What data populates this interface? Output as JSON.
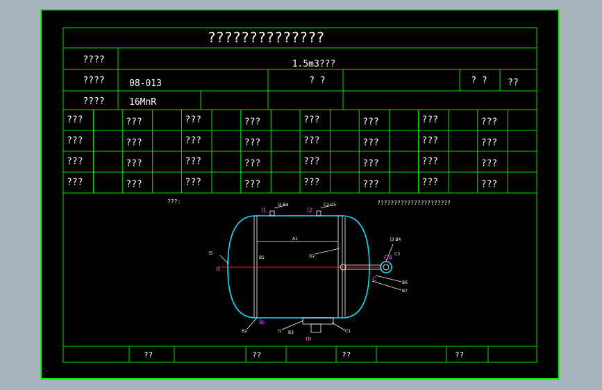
{
  "title": "??????????????",
  "rows": {
    "r1": {
      "label": "????",
      "value": "1.5m3???"
    },
    "r2": {
      "label": "????",
      "value": "08-013",
      "mid_label": "?  ?",
      "right_a": "?  ?",
      "right_b": "??"
    },
    "r3": {
      "label": "????",
      "value": "16MnR"
    }
  },
  "grid_cells": [
    [
      "???",
      "???",
      "???",
      "???",
      "???",
      "???",
      "???",
      "???"
    ],
    [
      "???",
      "???",
      "???",
      "???",
      "???",
      "???",
      "???",
      "???"
    ],
    [
      "???",
      "???",
      "???",
      "???",
      "???",
      "???",
      "???",
      "???"
    ],
    [
      "???",
      "???",
      "???",
      "???",
      "???",
      "???",
      "???",
      "???"
    ]
  ],
  "drawing": {
    "left_label": "???:",
    "right_label": "??????????????????????",
    "callouts": {
      "l1": "l1",
      "l2": "l2",
      "c": "C",
      "d": "d",
      "m": "m",
      "lo": "lo",
      "a1": "A1",
      "b1": "B1",
      "d2": "D2",
      "l3b4": "l3  B4",
      "c3": "C3",
      "b6": "B6",
      "b7": "B7",
      "l5": "l5",
      "b2": "B2",
      "l1b": "l1",
      "b3": "B3",
      "c1": "C1",
      "l2b4": "l2  B4",
      "c2c5": "C2  C5",
      "c4": "C4"
    }
  },
  "footer": [
    "??",
    "??",
    "??",
    "??"
  ]
}
